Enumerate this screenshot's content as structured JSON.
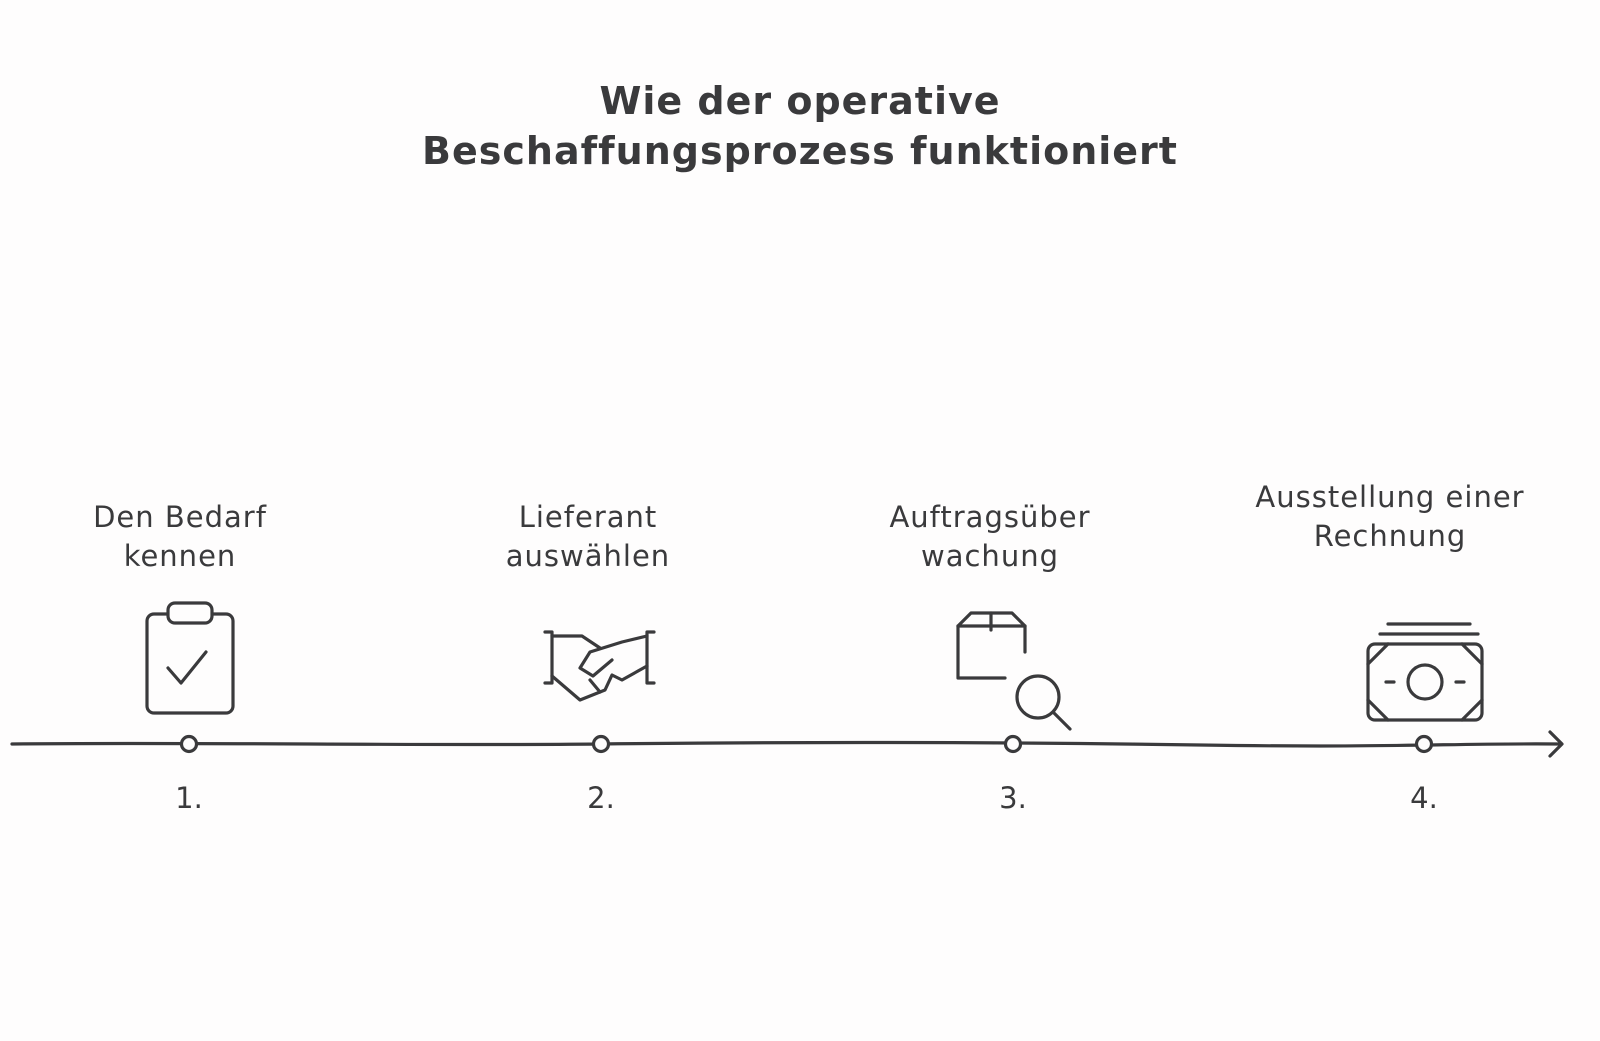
{
  "title": {
    "line1": "Wie der operative",
    "line2": "Beschaffungsprozess funktioniert"
  },
  "steps": [
    {
      "number": "1.",
      "label_line1": "Den Bedarf",
      "label_line2": "kennen",
      "icon": "clipboard-check-icon"
    },
    {
      "number": "2.",
      "label_line1": "Lieferant",
      "label_line2": "auswählen",
      "icon": "handshake-icon"
    },
    {
      "number": "3.",
      "label_line1": "Auftragsüber",
      "label_line2": "wachung",
      "icon": "package-search-icon"
    },
    {
      "number": "4.",
      "label_line1": "Ausstellung einer",
      "label_line2": "Rechnung",
      "icon": "money-stack-icon"
    }
  ],
  "colors": {
    "ink": "#3a3a3c",
    "background": "#fefdfd"
  }
}
